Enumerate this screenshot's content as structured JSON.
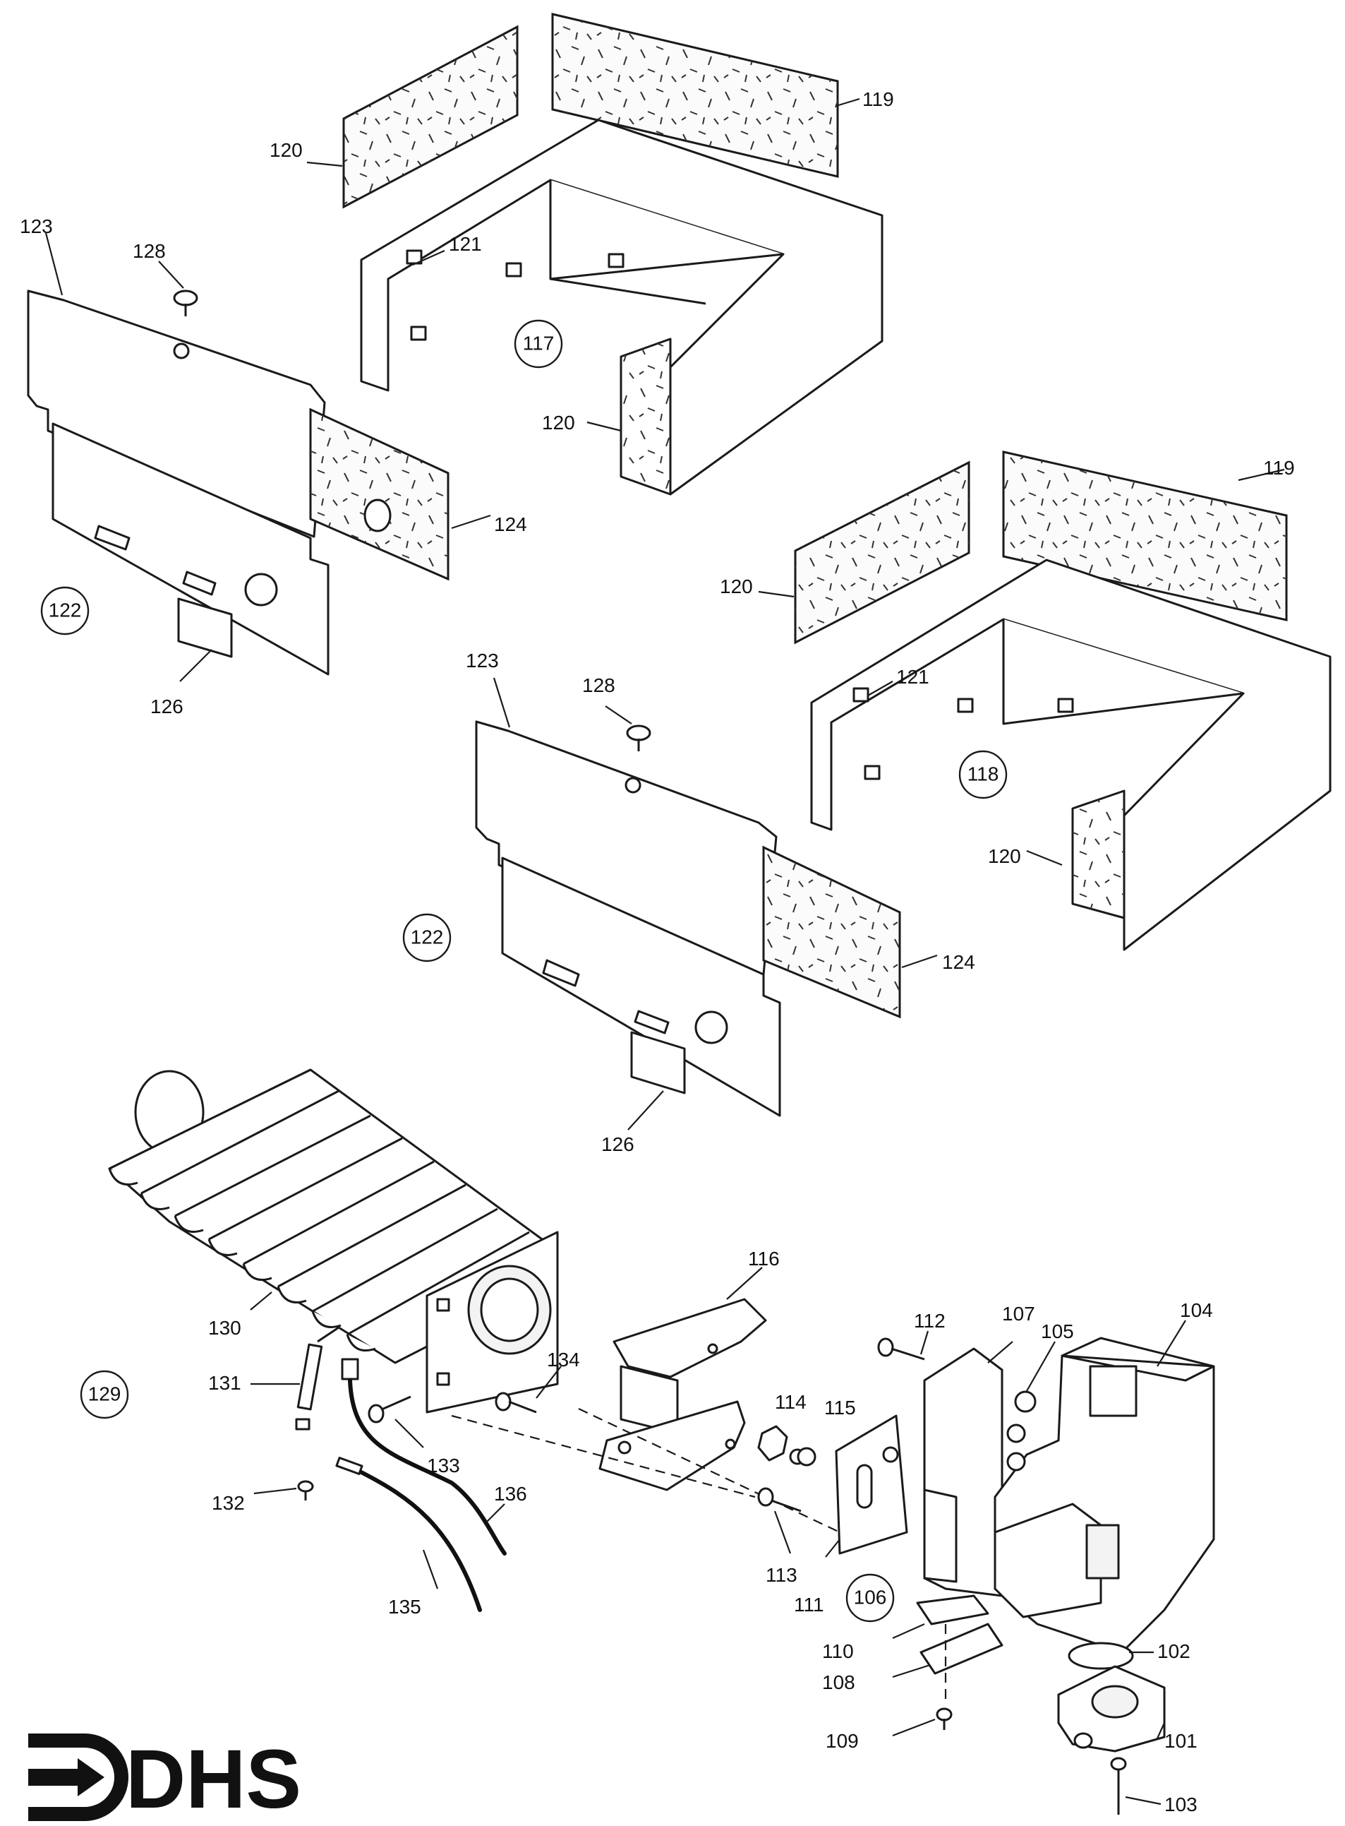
{
  "logo": {
    "text": "DHS",
    "icon": "arrow-in-bracket-icon"
  },
  "part_labels": [
    {
      "id": "p119a",
      "text": "119"
    },
    {
      "id": "p120a",
      "text": "120"
    },
    {
      "id": "p123a",
      "text": "123"
    },
    {
      "id": "p128a",
      "text": "128"
    },
    {
      "id": "p121a",
      "text": "121"
    },
    {
      "id": "p120b",
      "text": "120"
    },
    {
      "id": "p124a",
      "text": "124"
    },
    {
      "id": "p126a",
      "text": "126"
    },
    {
      "id": "p119b",
      "text": "119"
    },
    {
      "id": "p120c",
      "text": "120"
    },
    {
      "id": "p121b",
      "text": "121"
    },
    {
      "id": "p123b",
      "text": "123"
    },
    {
      "id": "p128b",
      "text": "128"
    },
    {
      "id": "p120d",
      "text": "120"
    },
    {
      "id": "p124b",
      "text": "124"
    },
    {
      "id": "p126b",
      "text": "126"
    },
    {
      "id": "p130",
      "text": "130"
    },
    {
      "id": "p116",
      "text": "116"
    },
    {
      "id": "p112",
      "text": "112"
    },
    {
      "id": "p107",
      "text": "107"
    },
    {
      "id": "p105",
      "text": "105"
    },
    {
      "id": "p104",
      "text": "104"
    },
    {
      "id": "p131",
      "text": "131"
    },
    {
      "id": "p134",
      "text": "134"
    },
    {
      "id": "p114",
      "text": "114"
    },
    {
      "id": "p115",
      "text": "115"
    },
    {
      "id": "p133",
      "text": "133"
    },
    {
      "id": "p132",
      "text": "132"
    },
    {
      "id": "p136",
      "text": "136"
    },
    {
      "id": "p113",
      "text": "113"
    },
    {
      "id": "p111",
      "text": "111"
    },
    {
      "id": "p135",
      "text": "135"
    },
    {
      "id": "p110",
      "text": "110"
    },
    {
      "id": "p102",
      "text": "102"
    },
    {
      "id": "p108",
      "text": "108"
    },
    {
      "id": "p109",
      "text": "109"
    },
    {
      "id": "p101",
      "text": "101"
    },
    {
      "id": "p103",
      "text": "103"
    }
  ],
  "assembly_labels": [
    {
      "id": "a117",
      "text": "117"
    },
    {
      "id": "a122a",
      "text": "122"
    },
    {
      "id": "a118",
      "text": "118"
    },
    {
      "id": "a122b",
      "text": "122"
    },
    {
      "id": "a129",
      "text": "129"
    },
    {
      "id": "a106",
      "text": "106"
    }
  ]
}
